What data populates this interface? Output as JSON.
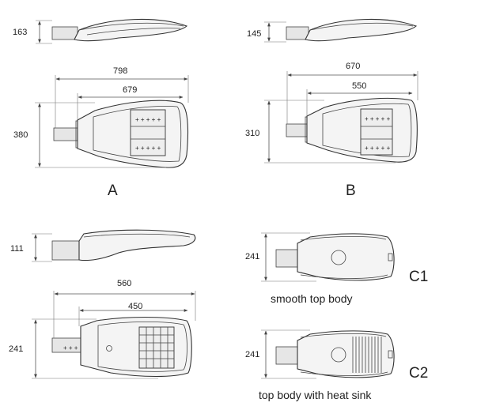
{
  "dimensions": {
    "a_side_height": "163",
    "a_total_length": "798",
    "a_body_length": "679",
    "a_width": "380",
    "b_side_height": "145",
    "b_total_length": "670",
    "b_body_length": "550",
    "b_width": "310",
    "c_side_height": "111",
    "c_total_length": "560",
    "c_body_length": "450",
    "c_width": "241",
    "c1_width": "241",
    "c2_width": "241"
  },
  "labels": {
    "variant_a": "A",
    "variant_b": "B",
    "variant_c1": "C1",
    "variant_c2": "C2",
    "c1_caption": "smooth top body",
    "c2_caption": "top body with heat sink"
  }
}
